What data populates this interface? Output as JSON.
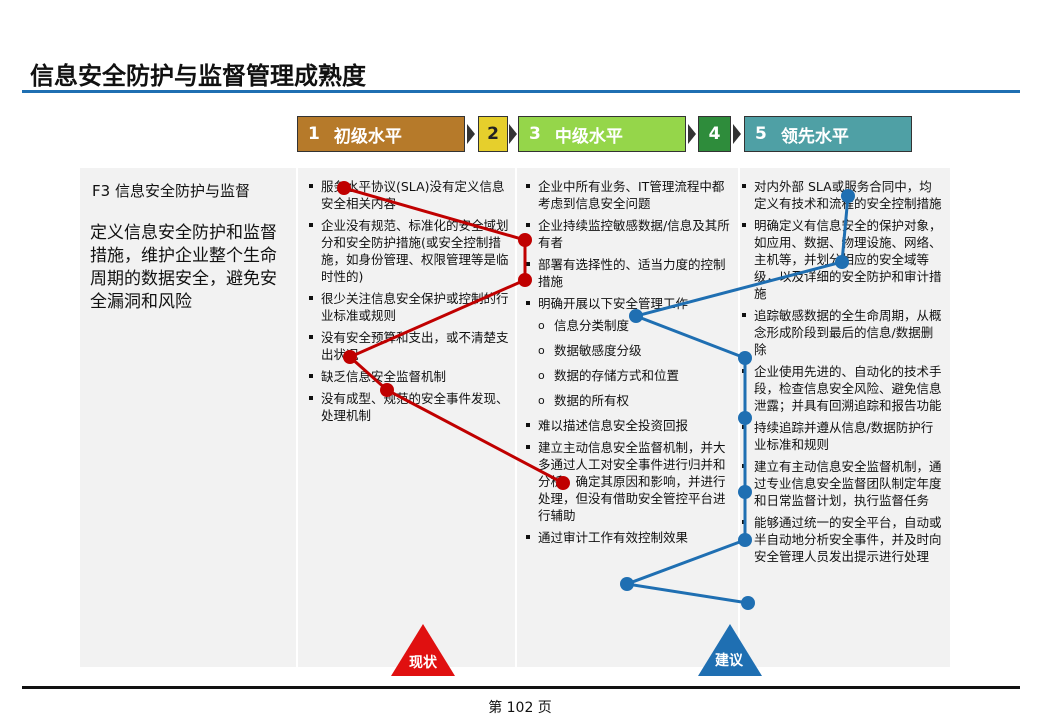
{
  "title": "信息安全防护与监督管理成熟度",
  "levels": [
    {
      "num": "1",
      "label": "初级水平"
    },
    {
      "num": "2",
      "label": ""
    },
    {
      "num": "3",
      "label": "中级水平"
    },
    {
      "num": "4",
      "label": ""
    },
    {
      "num": "5",
      "label": "领先水平"
    }
  ],
  "left": {
    "heading": "F3 信息安全防护与监督",
    "body": "定义信息安全防护和监督措施，维护企业整个生命周期的数据安全，避免安全漏洞和风险"
  },
  "col1": [
    "服务水平协议(SLA)没有定义信息安全相关内容",
    "企业没有规范、标准化的安全域划分和安全防护措施(或安全控制措施，如身份管理、权限管理等是临时性的)",
    "很少关注信息安全保护或控制的行业标准或规则",
    "没有安全预算和支出，或不清楚支出状况",
    "缺乏信息安全监督机制",
    "没有成型、规范的安全事件发现、处理机制"
  ],
  "col3": [
    {
      "type": "b",
      "text": "企业中所有业务、IT管理流程中都考虑到信息安全问题"
    },
    {
      "type": "b",
      "text": "企业持续监控敏感数据/信息及其所有者"
    },
    {
      "type": "b",
      "text": "部署有选择性的、适当力度的控制措施"
    },
    {
      "type": "b",
      "text": "明确开展以下安全管理工作"
    },
    {
      "type": "o",
      "text": "信息分类制度"
    },
    {
      "type": "o",
      "text": "数据敏感度分级"
    },
    {
      "type": "o",
      "text": "数据的存储方式和位置"
    },
    {
      "type": "o",
      "text": "数据的所有权"
    },
    {
      "type": "b",
      "text": "难以描述信息安全投资回报"
    },
    {
      "type": "b",
      "text": "建立主动信息安全监督机制，并大多通过人工对安全事件进行归并和分析、确定其原因和影响，并进行处理，但没有借助安全管控平台进行辅助"
    },
    {
      "type": "b",
      "text": "通过审计工作有效控制效果"
    }
  ],
  "col5": [
    "对内外部 SLA或服务合同中，均定义有技术和流程的安全控制措施",
    "明确定义有信息安全的保护对象，如应用、数据、物理设施、网络、主机等，并划分相应的安全域等级，以及详细的安全防护和审计措施",
    "追踪敏感数据的全生命周期，从概念形成阶段到最后的信息/数据删除",
    "企业使用先进的、自动化的技术手段，检查信息安全风险、避免信息泄露；并具有回溯追踪和报告功能",
    "持续追踪并遵从信息/数据防护行业标准和规则",
    "建立有主动信息安全监督机制，通过专业信息安全监督团队制定年度和日常监督计划，执行监督任务",
    "能够通过统一的安全平台，自动或半自动地分析安全事件，并及时向安全管理人员发出提示进行处理"
  ],
  "markers": {
    "current": "现状",
    "suggested": "建议"
  },
  "colors": {
    "current": "#c00000",
    "suggested": "#1f6fb2"
  },
  "page": "第 102 页"
}
